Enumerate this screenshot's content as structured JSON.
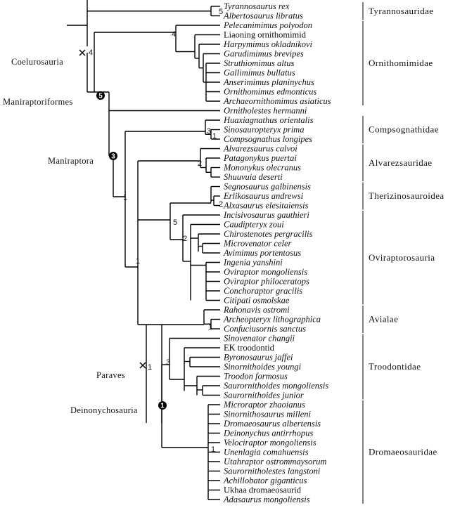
{
  "taxa": [
    {
      "name": "Tyrannosaurus rex",
      "italic": true
    },
    {
      "name": "Albertosaurus libratus",
      "italic": true
    },
    {
      "name": "Pelecanimimus polyodon",
      "italic": true
    },
    {
      "name": "Liaoning ornithomimid",
      "italic": false
    },
    {
      "name": "Harpymimus okladnikovi",
      "italic": true
    },
    {
      "name": "Garudimimus brevipes",
      "italic": true
    },
    {
      "name": "Struthiomimus altus",
      "italic": true
    },
    {
      "name": "Gallimimus bullatus",
      "italic": true
    },
    {
      "name": "Anserimimus planinychus",
      "italic": true
    },
    {
      "name": "Ornithomimus edmonticus",
      "italic": true
    },
    {
      "name": "Archaeornithomimus asiaticus",
      "italic": true
    },
    {
      "name": "Ornitholestes hermanni",
      "italic": true
    },
    {
      "name": "Huaxiagnathus orientalis",
      "italic": true
    },
    {
      "name": "Sinosauropteryx prima",
      "italic": true
    },
    {
      "name": "Compsognathus longipes",
      "italic": true
    },
    {
      "name": "Alvarezsaurus calvoi",
      "italic": true
    },
    {
      "name": "Patagonykus puertai",
      "italic": true
    },
    {
      "name": "Mononykus olecranus",
      "italic": true
    },
    {
      "name": "Shuuvuia deserti",
      "italic": true
    },
    {
      "name": "Segnosaurus galbinensis",
      "italic": true
    },
    {
      "name": "Erlikosaurus andrewsi",
      "italic": true
    },
    {
      "name": "Alxasaurus elesitaiensis",
      "italic": true
    },
    {
      "name": "Incisivosaurus gauthieri",
      "italic": true
    },
    {
      "name": "Caudipteryx zoui",
      "italic": true
    },
    {
      "name": "Chirostenotes pergracilis",
      "italic": true
    },
    {
      "name": "Microvenator celer",
      "italic": true
    },
    {
      "name": "Avimimus portentosus",
      "italic": true
    },
    {
      "name": "Ingenia yanshini",
      "italic": true
    },
    {
      "name": "Oviraptor mongoliensis",
      "italic": true
    },
    {
      "name": "Oviraptor philoceratops",
      "italic": true
    },
    {
      "name": "Conchoraptor gracilis",
      "italic": true
    },
    {
      "name": "Citipati osmolskae",
      "italic": true
    },
    {
      "name": "Rahonavis ostromi",
      "italic": true
    },
    {
      "name": "Archeopteryx lithographica",
      "italic": true
    },
    {
      "name": "Confuciusornis sanctus",
      "italic": true
    },
    {
      "name": "Sinovenator changii",
      "italic": true
    },
    {
      "name": "EK troodontid",
      "italic": false
    },
    {
      "name": "Byronosaurus jaffei",
      "italic": true
    },
    {
      "name": "Sinornithoides youngi",
      "italic": true
    },
    {
      "name": "Troodon formosus",
      "italic": true
    },
    {
      "name": "Saurornithoides mongoliensis",
      "italic": true
    },
    {
      "name": "Saurornithoides junior",
      "italic": true
    },
    {
      "name": "Microraptor zhaoianus",
      "italic": true
    },
    {
      "name": "Sinornithosaurus milleni",
      "italic": true
    },
    {
      "name": "Dromaeosaurus albertensis",
      "italic": true
    },
    {
      "name": "Deinonychus antirrhopus",
      "italic": true
    },
    {
      "name": "Velociraptor mongoliensis",
      "italic": true
    },
    {
      "name": "Unenlagia comahuensis",
      "italic": true
    },
    {
      "name": "Utahraptor ostrommaysorum",
      "italic": true
    },
    {
      "name": "Saurornitholestes langstoni",
      "italic": true
    },
    {
      "name": "Achillobator giganticus",
      "italic": true
    },
    {
      "name": "Ukhaa dromaeosaurid",
      "italic": false
    },
    {
      "name": "Adasaurus mongoliensis",
      "italic": true
    }
  ],
  "groups": [
    {
      "label": "Tyrannosauridae",
      "from": 0,
      "to": 1
    },
    {
      "label": "Ornithomimidae",
      "from": 2,
      "to": 10
    },
    {
      "label": "Compsognathidae",
      "from": 12,
      "to": 14
    },
    {
      "label": "Alvarezsauridae",
      "from": 15,
      "to": 18
    },
    {
      "label": "Therizinosauroidea",
      "from": 19,
      "to": 21
    },
    {
      "label": "Oviraptorosauria",
      "from": 22,
      "to": 31
    },
    {
      "label": "Avialae",
      "from": 32,
      "to": 34
    },
    {
      "label": "Troodontidae",
      "from": 35,
      "to": 41
    },
    {
      "label": "Dromaeosauridae",
      "from": 42,
      "to": 52
    }
  ],
  "clades": {
    "coelurosauria": "Coelurosauria",
    "maniraptoriformes": "Maniraptoriformes",
    "maniraptora": "Maniraptora",
    "paraves": "Paraves",
    "deinonychosauria": "Deinonychosauria"
  },
  "node_supports": {
    "tyrannosauridae": "5",
    "ornithomimidae": "4",
    "coelurosauria": "4",
    "maniraptoriformes": "5",
    "maniraptora": "3",
    "compsognathidae": "3",
    "sinosauropteryx_compsognathus": "1",
    "alvarezsauridae": "2",
    "therizinosauroidea": "2",
    "therizino_ovirapto": "5",
    "oviraptorosauria": "2",
    "alvarez_rest": "1",
    "higher_maniraptora": "1",
    "avialae": "1",
    "paraves": "1",
    "troodontidae": "3",
    "deinonychosauria": "1",
    "dromaeosauridae": "1"
  }
}
